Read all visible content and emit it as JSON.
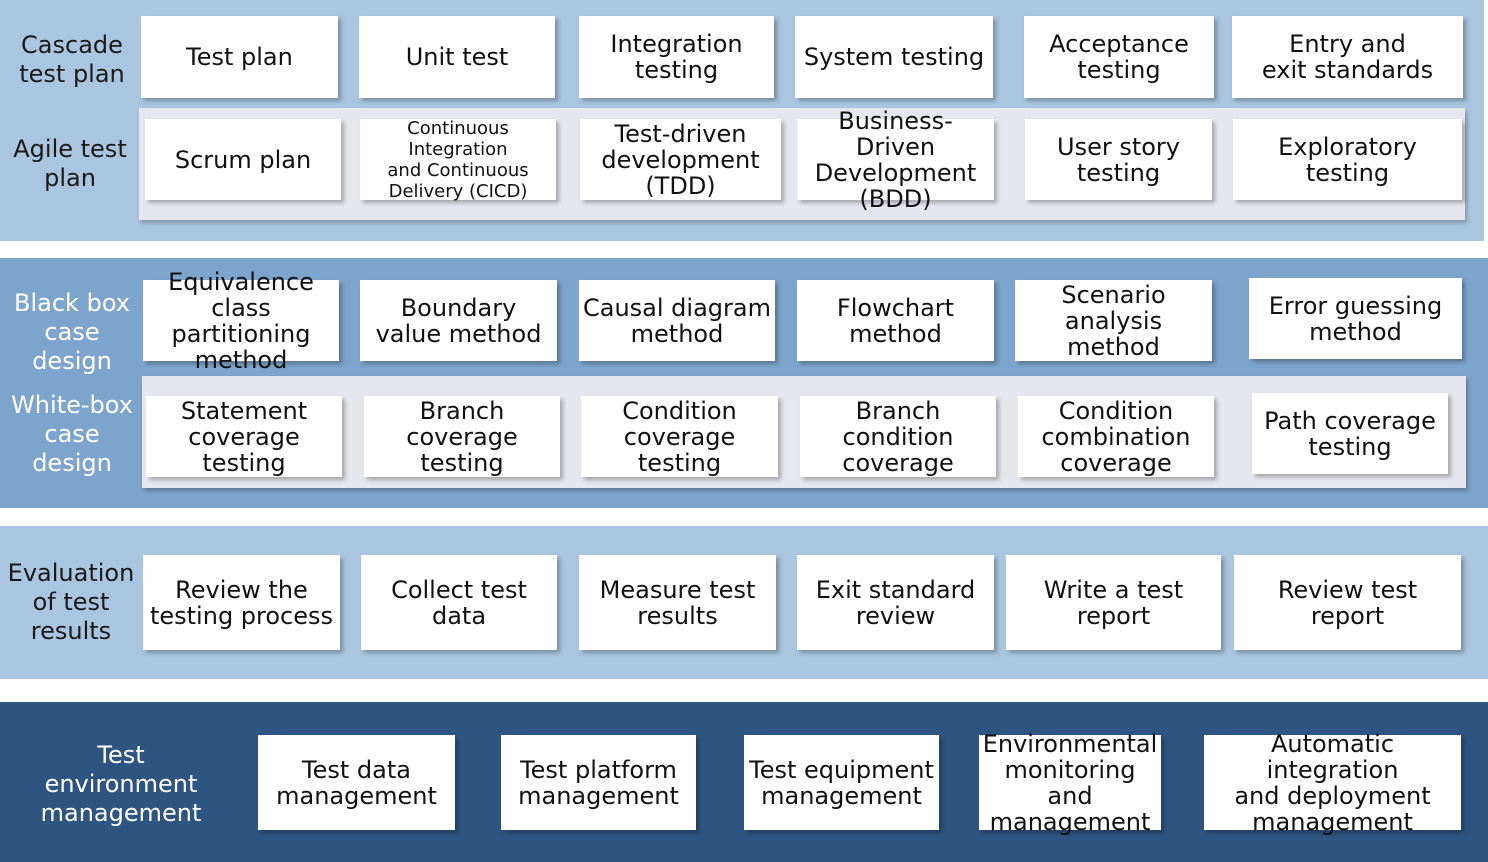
{
  "colors": {
    "band_light": "#a9c5df",
    "band_medium": "#7da4cc",
    "band_dark": "#2e5581",
    "inner_panel": "#e6e6ee",
    "label_dark": "#1a1a1a",
    "label_light": "#ffffff",
    "box": "#ffffff"
  },
  "planning": {
    "cascade_label": "Cascade\ntest plan",
    "cascade_items": [
      "Test plan",
      "Unit test",
      "Integration\ntesting",
      "System testing",
      "Acceptance\ntesting",
      "Entry and\nexit standards"
    ],
    "agile_label": "Agile test\nplan",
    "agile_items": [
      "Scrum plan",
      "Continuous Integration\nand Continuous\nDelivery (CICD)",
      "Test-driven\ndevelopment\n(TDD)",
      "Business-Driven\nDevelopment\n(BDD)",
      "User story\ntesting",
      "Exploratory\ntesting"
    ]
  },
  "design": {
    "blackbox_label": "Black box\ncase design",
    "blackbox_items": [
      "Equivalence class\npartitioning\nmethod",
      "Boundary\nvalue method",
      "Causal diagram\nmethod",
      "Flowchart\nmethod",
      "Scenario\nanalysis method",
      "Error guessing\nmethod"
    ],
    "whitebox_label": "White-box\ncase design",
    "whitebox_items": [
      "Statement\ncoverage testing",
      "Branch coverage\ntesting",
      "Condition\ncoverage testing",
      "Branch condition\ncoverage",
      "Condition\ncombination\ncoverage",
      "Path coverage\ntesting"
    ]
  },
  "evaluation": {
    "label": "Evaluation\nof test\nresults",
    "items": [
      "Review the\ntesting process",
      "Collect test\ndata",
      "Measure test\nresults",
      "Exit standard\nreview",
      "Write a test\nreport",
      "Review test\nreport"
    ]
  },
  "environment": {
    "label": "Test\nenvironment\nmanagement",
    "items": [
      "Test data\nmanagement",
      "Test platform\nmanagement",
      "Test equipment\nmanagement",
      "Environmental\nmonitoring and\nmanagement",
      "Automatic integration\nand deployment\nmanagement"
    ]
  }
}
